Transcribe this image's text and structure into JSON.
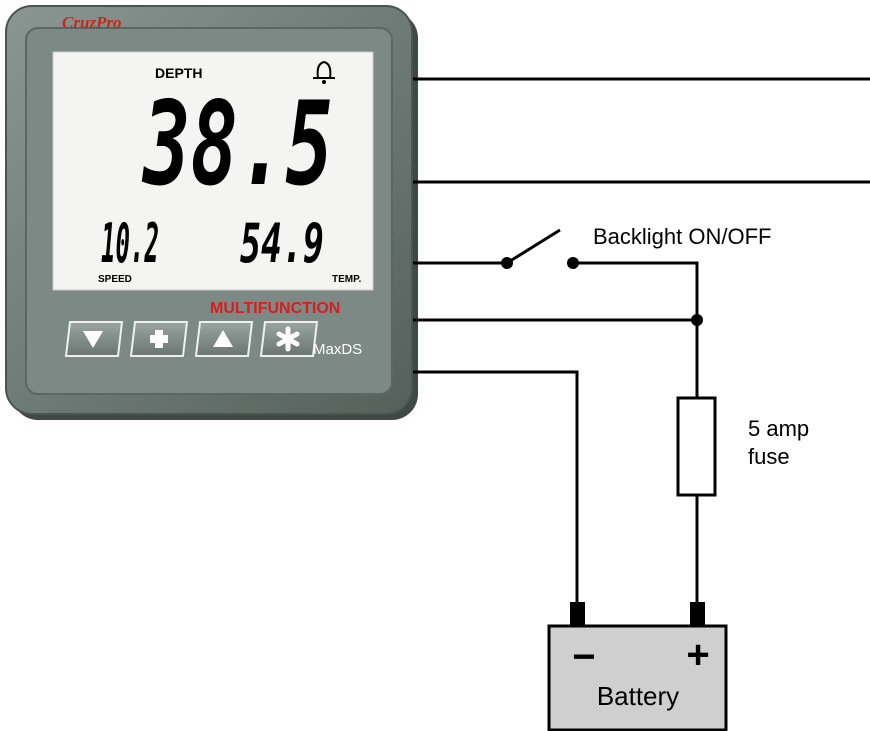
{
  "device": {
    "brand": "CruzPro",
    "model": "MaxDS",
    "function_label": "MULTIFUNCTION",
    "display": {
      "main_label": "DEPTH",
      "main_value": "38.5",
      "left_label": "SPEED",
      "left_value": "10.2",
      "right_label": "TEMP.",
      "right_value": "54.9",
      "alarm_icon": "bell-icon"
    },
    "buttons": [
      {
        "name": "down-button",
        "icon": "triangle-down-icon"
      },
      {
        "name": "plus-button",
        "icon": "plus-icon"
      },
      {
        "name": "up-button",
        "icon": "triangle-up-icon"
      },
      {
        "name": "star-button",
        "icon": "asterisk-icon"
      }
    ]
  },
  "wiring": {
    "switch_label": "Backlight ON/OFF",
    "fuse_label_line1": "5 amp",
    "fuse_label_line2": "fuse",
    "battery_label": "Battery",
    "battery_negative": "−",
    "battery_positive": "+"
  },
  "colors": {
    "bezel": "#6f7b76",
    "lcd": "#f4f4f2",
    "panel_accent": "#d42020",
    "battery_fill": "#cfcfcf"
  }
}
